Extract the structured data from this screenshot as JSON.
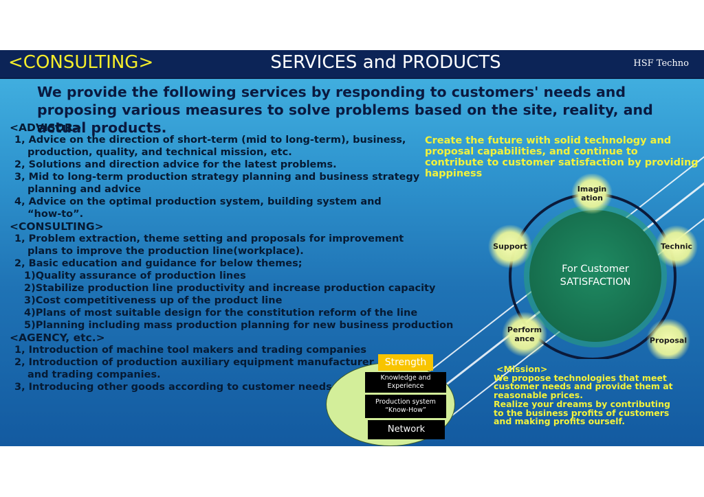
{
  "header": {
    "left_label": "<CONSULTING>",
    "title": "SERVICES and PRODUCTS",
    "brand": "HSF Techno"
  },
  "lead": "We provide the following services by responding to customers' needs and proposing various measures to solve problems based on the site, reality, and actual products.",
  "content": [
    {
      "text": "<ADVISOR>",
      "kind": "sec"
    },
    {
      "text": "1, Advice on the direction of short-term (mid to long-term), business,",
      "kind": "ind1"
    },
    {
      "text": "production, quality, and technical mission, etc.",
      "kind": "ind2"
    },
    {
      "text": "2, Solutions and direction advice for the latest problems.",
      "kind": "ind1"
    },
    {
      "text": "3, Mid to long-term production strategy planning and business strategy",
      "kind": "ind1"
    },
    {
      "text": "planning and advice",
      "kind": "ind2"
    },
    {
      "text": "4, Advice on the optimal production system, building system and",
      "kind": "ind1"
    },
    {
      "text": "“how-to”.",
      "kind": "ind2"
    },
    {
      "text": "<CONSULTING>",
      "kind": "sec"
    },
    {
      "text": "1, Problem extraction, theme setting and proposals for improvement",
      "kind": "ind1"
    },
    {
      "text": "plans to improve the production line(workplace).",
      "kind": "ind2"
    },
    {
      "text": "2, Basic education and guidance for below themes;",
      "kind": "ind1"
    },
    {
      "text": "1)Quality assurance of production lines",
      "kind": "ind3"
    },
    {
      "text": "2)Stabilize production line productivity and increase production capacity",
      "kind": "ind3"
    },
    {
      "text": "3)Cost competitiveness up of the product line",
      "kind": "ind3"
    },
    {
      "text": "4)Plans of most suitable design for the constitution reform of the line",
      "kind": "ind3"
    },
    {
      "text": "5)Planning including mass production planning for new business production",
      "kind": "ind3"
    },
    {
      "text": "<AGENCY, etc.>",
      "kind": "sec"
    },
    {
      "text": "1, Introduction of machine tool makers and trading companies",
      "kind": "ind1"
    },
    {
      "text": "2, Introduction of production auxiliary equipment manufacturer",
      "kind": "ind1"
    },
    {
      "text": "and trading companies.",
      "kind": "ind2"
    },
    {
      "text": "3, Introducing other goods according to customer needs",
      "kind": "ind1"
    }
  ],
  "vision_text": "Create the future with solid technology and proposal capabilities, and continue to contribute to customer satisfaction by providing happiness",
  "cycle": {
    "center": [
      "For Customer",
      "SATISFACTION"
    ],
    "nodes": [
      {
        "label": [
          "Imagin",
          "ation"
        ]
      },
      {
        "label": [
          "Technic"
        ]
      },
      {
        "label": [
          "Proposal"
        ]
      },
      {
        "label": [
          "Perform",
          "ance"
        ]
      },
      {
        "label": [
          "Support"
        ]
      }
    ]
  },
  "mission": {
    "title": "<Mission>",
    "lines": [
      "We propose technologies that meet",
      "customer needs and provide them at",
      "reasonable prices.",
      "Realize your dreams by contributing",
      "to the business profits of customers",
      "and making profits ourself."
    ]
  },
  "strength": {
    "label": "Strength",
    "items": [
      "Knowledge and Experience",
      "Production system “Know-How”",
      "Network"
    ]
  },
  "colors": {
    "header_bg": "#0c2457",
    "header_accent": "#f6ee2a",
    "highlight_text": "#f2f23c",
    "node_glow": "#eef7a0",
    "circle_fill": "#1b7a57",
    "strength_bg": "#f8c400",
    "oval_fill": "#d3ee9a"
  }
}
